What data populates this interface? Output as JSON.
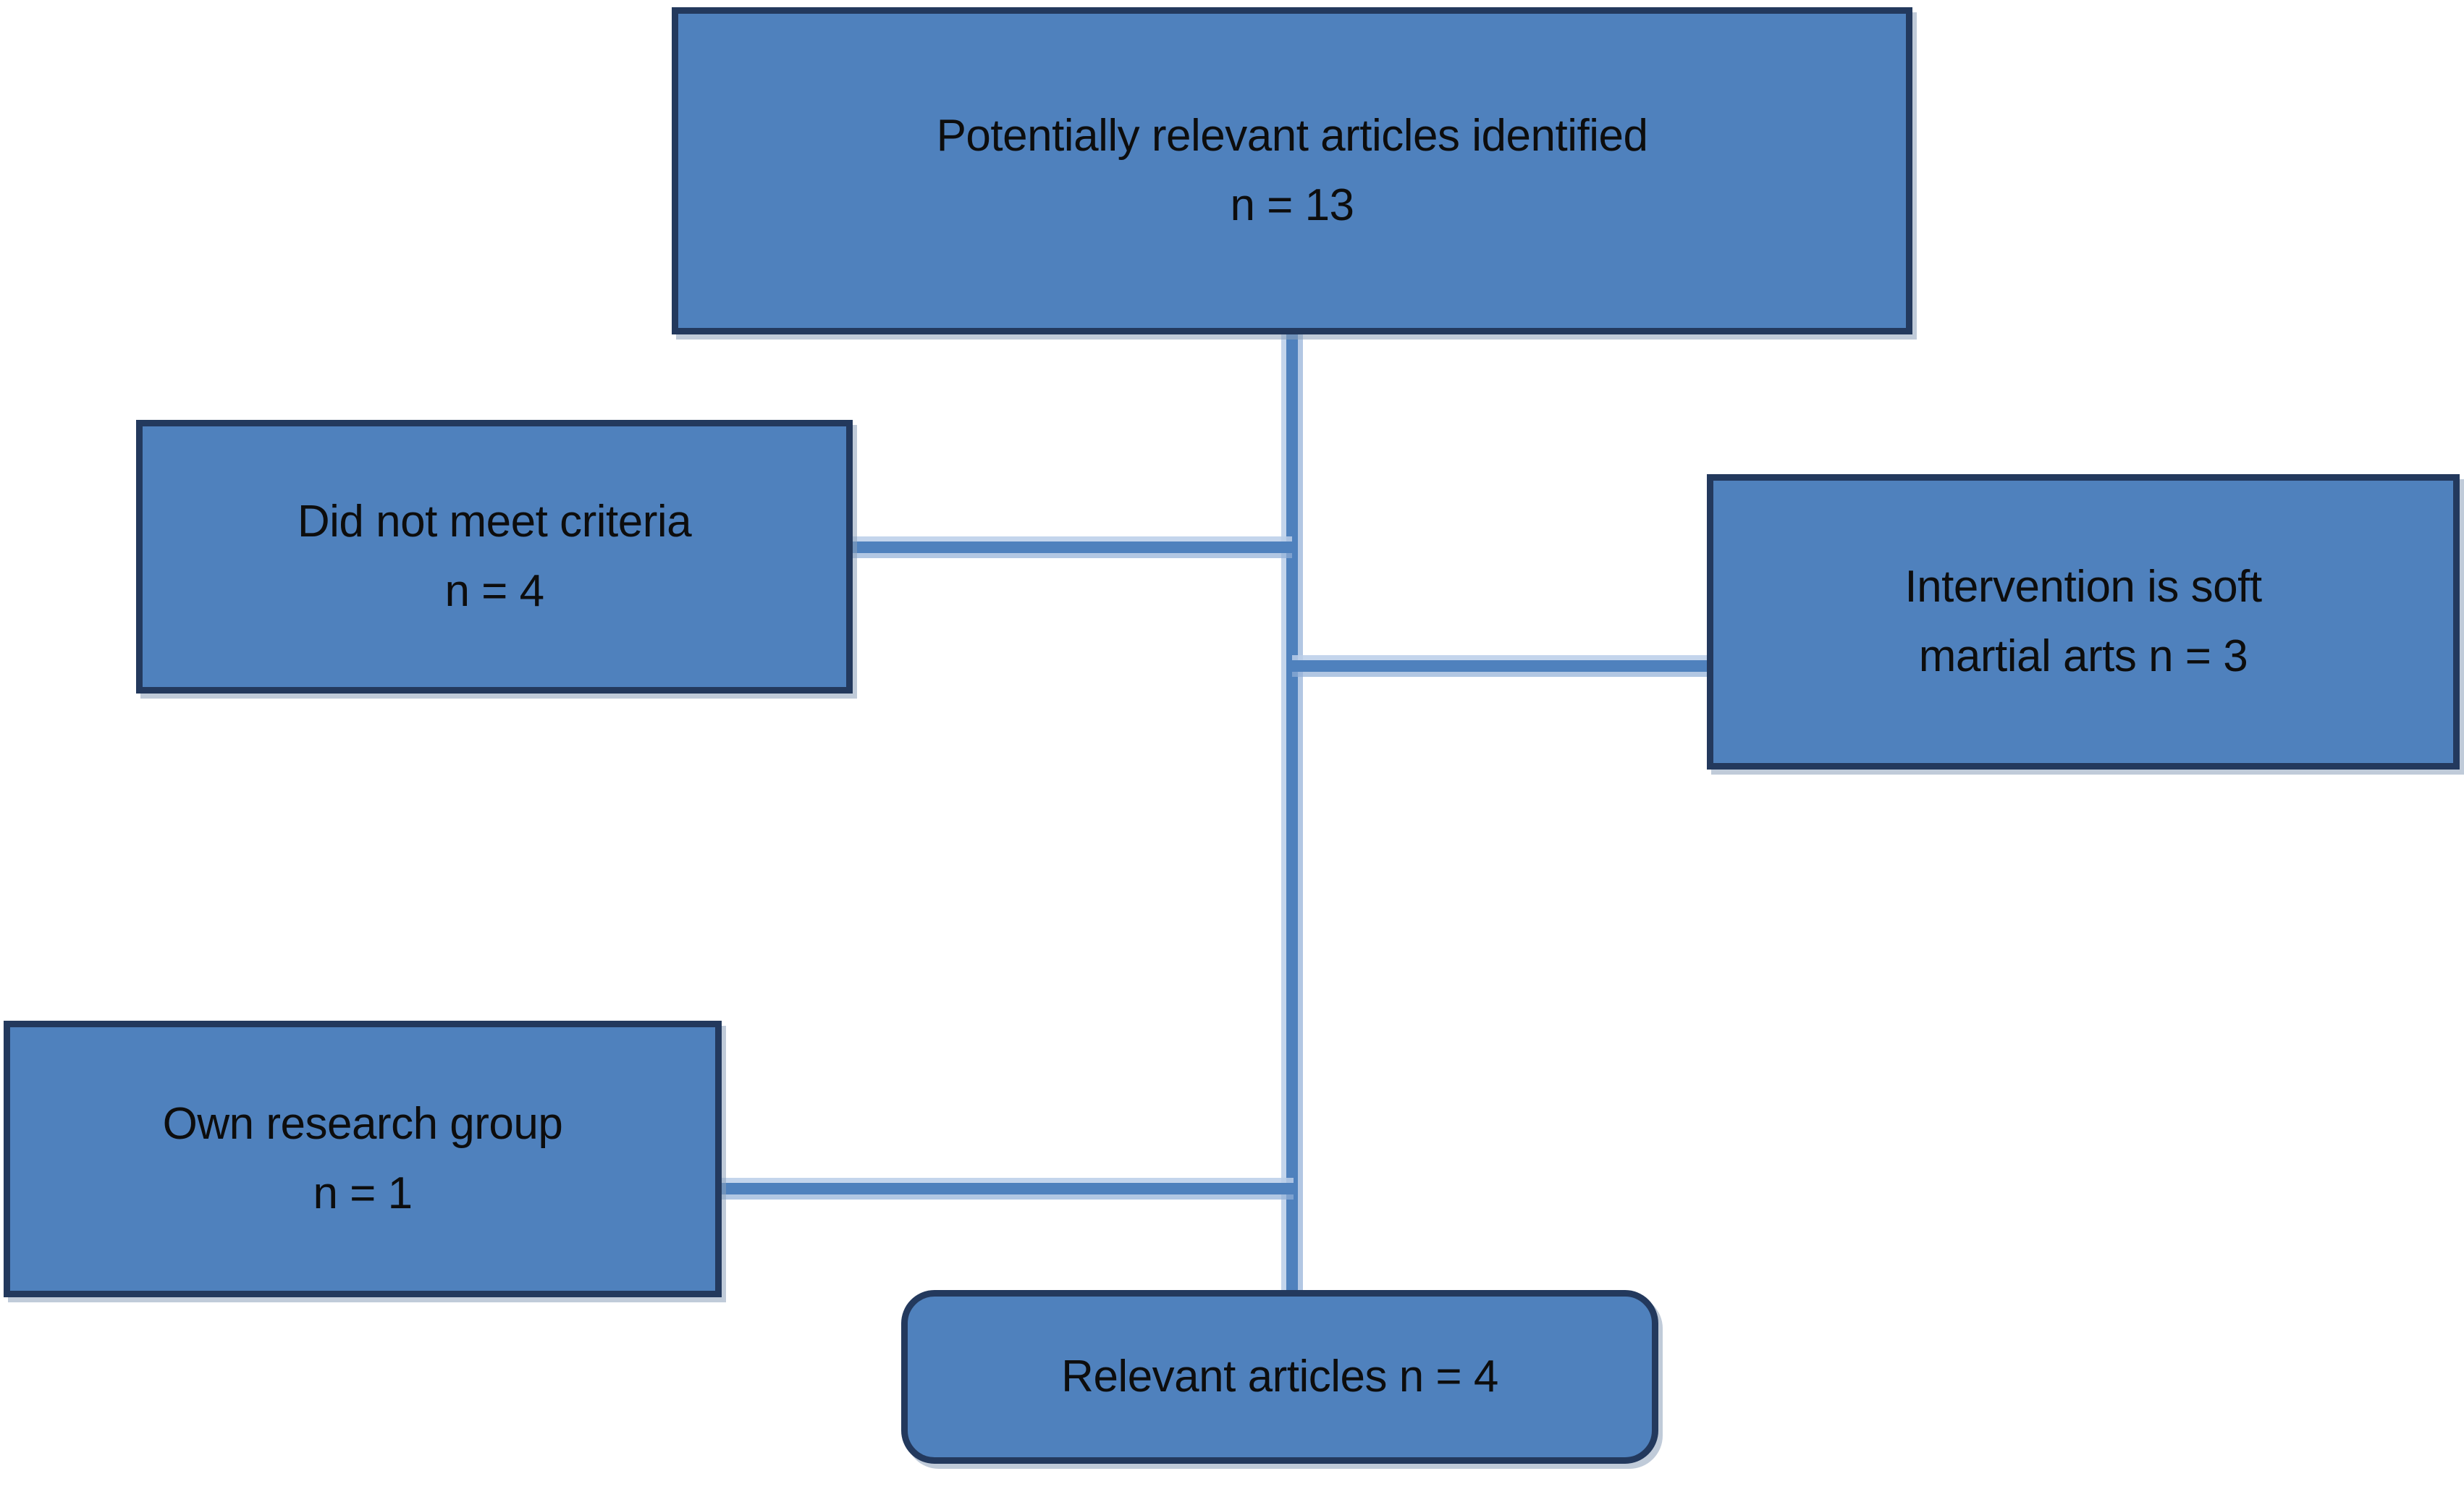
{
  "diagram": {
    "title": "Article selection flow diagram",
    "type": "flowchart",
    "colors": {
      "node_fill": "#4F81BD",
      "node_border": "#23395D",
      "connector": "#4F81BD",
      "connector_shadow": "#A8C0DE",
      "text": "#0D0D0D",
      "background": "#FFFFFF"
    },
    "nodes": [
      {
        "id": "identified",
        "shape": "rectangle",
        "line1": "Potentially relevant articles identified",
        "line2": "n = 13",
        "count": 13
      },
      {
        "id": "did-not-meet-criteria",
        "shape": "rectangle",
        "line1": "Did not meet criteria",
        "line2": "n = 4",
        "count": 4
      },
      {
        "id": "soft-martial-arts",
        "shape": "rectangle",
        "line1": "Intervention is soft",
        "line2": "martial arts n = 3",
        "count": 3
      },
      {
        "id": "own-research-group",
        "shape": "rectangle",
        "line1": "Own research group",
        "line2": "n = 1",
        "count": 1
      },
      {
        "id": "relevant-articles",
        "shape": "rounded-rectangle",
        "line1": "Relevant articles n = 4",
        "line2": "",
        "count": 4
      }
    ],
    "edges": [
      {
        "from": "identified",
        "to": "did-not-meet-criteria",
        "orientation": "vertical-then-left"
      },
      {
        "from": "identified",
        "to": "soft-martial-arts",
        "orientation": "vertical-then-right"
      },
      {
        "from": "identified",
        "to": "own-research-group",
        "orientation": "vertical-then-left"
      },
      {
        "from": "identified",
        "to": "relevant-articles",
        "orientation": "vertical"
      }
    ]
  }
}
